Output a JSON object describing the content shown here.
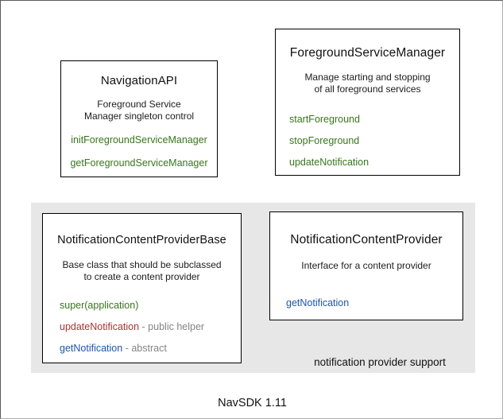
{
  "colors": {
    "method_green": "#38761d",
    "method_red": "#aa3333",
    "method_blue": "#1f55a4",
    "annotation_gray": "#848484",
    "panel_gray": "#e7e7e7"
  },
  "boxes": {
    "navigation_api": {
      "title": "NavigationAPI",
      "desc_line1": "Foreground Service",
      "desc_line2": "Manager singleton control",
      "methods": [
        {
          "label": "initForegroundServiceManager"
        },
        {
          "label": "getForegroundServiceManager"
        }
      ]
    },
    "foreground_service_manager": {
      "title": "ForegroundServiceManager",
      "desc_line1": "Manage starting and stopping",
      "desc_line2": "of all foreground services",
      "methods": [
        {
          "label": "startForeground"
        },
        {
          "label": "stopForeground"
        },
        {
          "label": "updateNotification"
        }
      ]
    },
    "notification_content_provider_base": {
      "title": "NotificationContentProviderBase",
      "desc_line1": "Base class that should be subclassed",
      "desc_line2": "to create a content provider",
      "methods": [
        {
          "label": "super(application)",
          "note": ""
        },
        {
          "label": "updateNotification",
          "note": " - public helper"
        },
        {
          "label": "getNotification",
          "note": " - abstract"
        }
      ]
    },
    "notification_content_provider": {
      "title": "NotificationContentProvider",
      "desc_line1": "Interface for a content provider",
      "methods": [
        {
          "label": "getNotification"
        }
      ]
    }
  },
  "panel": {
    "label": "notification provider support"
  },
  "footer": {
    "version_label": "NavSDK 1.11"
  }
}
